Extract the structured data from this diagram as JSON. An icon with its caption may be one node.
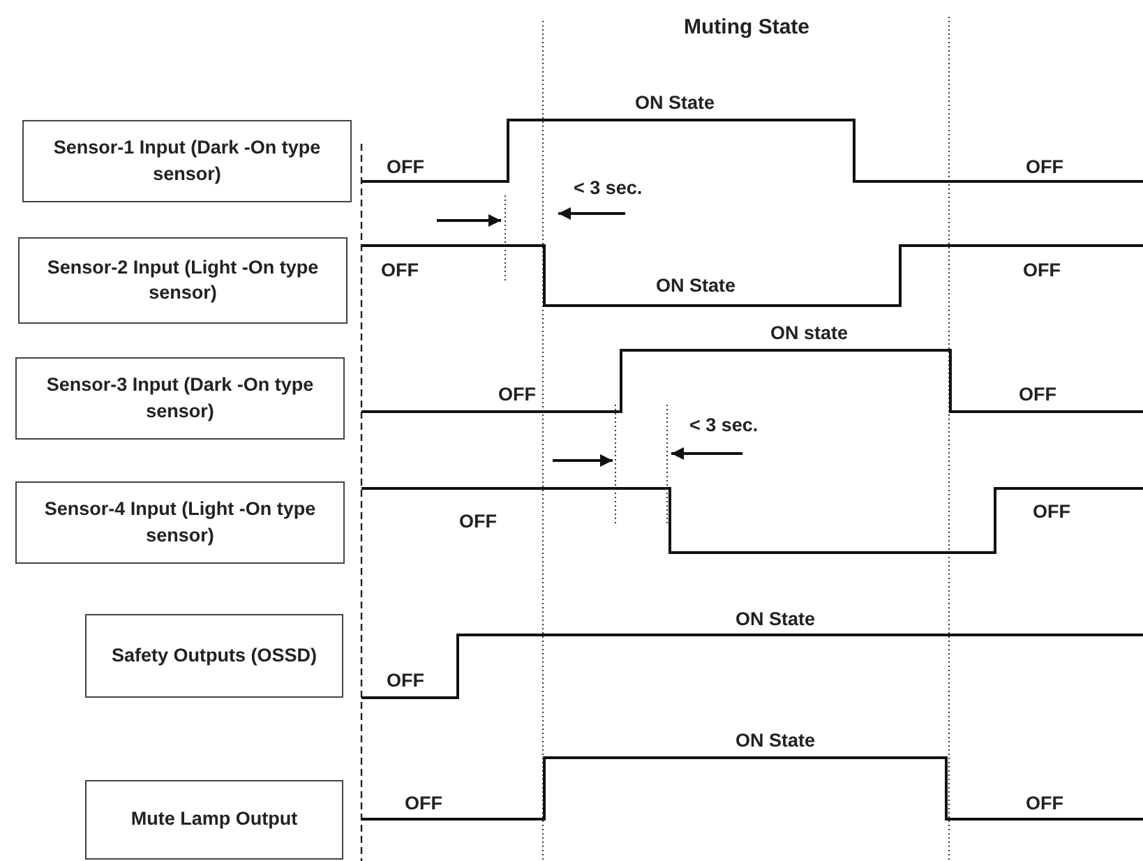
{
  "diagram": {
    "nodes": [
      {
        "text": [
          "Sensor-1 Input (Dark -On type sensor)"
        ]
      },
      {
        "text": [
          "Sensor-2 Input (Light -On type sensor)"
        ]
      },
      {
        "text": [
          "Sensor-3 Input (Dark -On type sensor)"
        ]
      },
      {
        "text": [
          "Sensor-4 Input (Light -On type sensor)"
        ]
      },
      {
        "text": [
          "Safety Outputs (OSSD)"
        ]
      },
      {
        "text": [
          "Mute Lamp Output"
        ]
      }
    ],
    "labels": [
      "Muting State",
      "ON State",
      "OFF",
      "OFF",
      "< 3 sec.",
      "OFF",
      "OFF",
      "ON State",
      "ON state",
      "OFF",
      "OFF",
      "< 3 sec.",
      "OFF",
      "OFF",
      "ON State",
      "OFF",
      "ON State",
      "OFF",
      "OFF"
    ]
  }
}
